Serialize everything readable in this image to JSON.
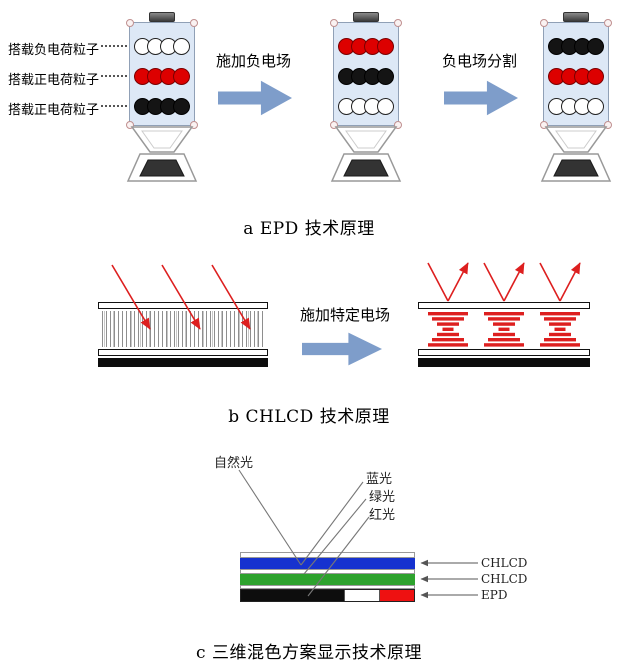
{
  "panel_a": {
    "caption": "a EPD 技术原理",
    "legend": [
      {
        "label": "搭载负电荷粒子"
      },
      {
        "label": "搭载正电荷粒子"
      },
      {
        "label": "搭载正电荷粒子"
      }
    ],
    "arrows": [
      {
        "label": "施加负电场"
      },
      {
        "label": "负电场分割"
      }
    ],
    "devices": [
      {
        "name": "initial-state",
        "rows": [
          "white",
          "red",
          "black"
        ]
      },
      {
        "name": "after-negative-field",
        "rows": [
          "red",
          "black",
          "white"
        ]
      },
      {
        "name": "after-field-split",
        "rows": [
          "black",
          "red",
          "white"
        ]
      }
    ]
  },
  "panel_b": {
    "caption": "b CHLCD 技术原理",
    "arrow_label": "施加特定电场"
  },
  "panel_c": {
    "caption": "c 三维混色方案显示技术原理",
    "incident_label": "自然光",
    "reflected_labels": [
      "蓝光",
      "绿光",
      "红光"
    ],
    "layer_labels": [
      "CHLCD",
      "CHLCD",
      "EPD"
    ]
  },
  "colors": {
    "arrow_blue": "#7e9dca",
    "particle_white": "#ffffff",
    "particle_red": "#dd0000",
    "particle_black": "#141414",
    "ray_red": "#dd1f1f",
    "layer_blue": "#1632cf",
    "layer_green": "#2da22d",
    "layer_red": "#ee1111",
    "layer_black": "#0d0d0d"
  }
}
